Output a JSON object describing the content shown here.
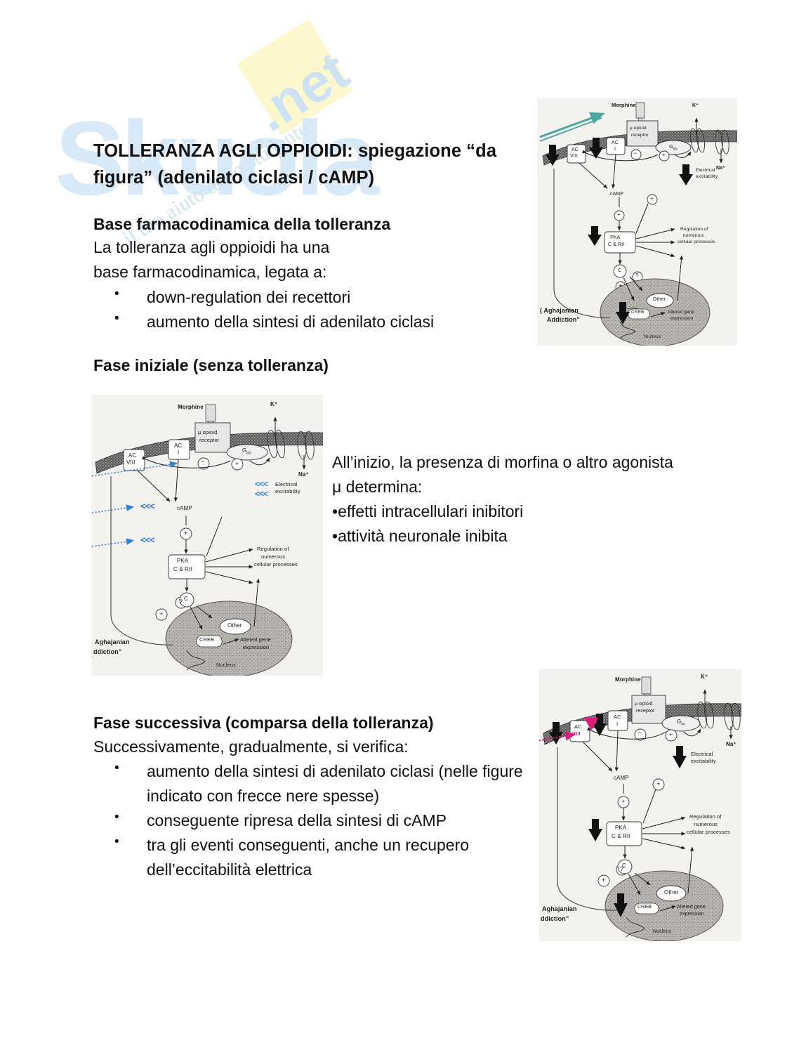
{
  "document": {
    "watermark": {
      "logo_text": "Skuola",
      "net_text": ".net",
      "tagline": "il tuo aiuto dello studente"
    },
    "title": "TOLLERANZA AGLI OPPIOIDI: spiegazione “da figura” (adenilato ciclasi / cAMP)",
    "section_pharmacodynamics": {
      "heading": "Base farmacodinamica della tolleranza",
      "intro": "La tolleranza agli oppioidi ha una base farmacodinamica, legata a:",
      "bullets": [
        "down-regulation dei recettori",
        "aumento della sintesi di adenilato ciclasi"
      ]
    },
    "section_initial_phase": {
      "heading": "Fase iniziale (senza tolleranza)",
      "paragraph_line1": "All’inizio, la presenza di morfina o altro agonista",
      "paragraph_line2": "μ determina:",
      "bullets": [
        "effetti intracellulari inibitori",
        "attività neuronale inibita"
      ]
    },
    "section_later_phase": {
      "heading": "Fase successiva (comparsa della tolleranza)",
      "intro": "Successivamente, gradualmente, si verifica:",
      "bullets": [
        "aumento della sintesi di adenilato ciclasi (nelle figure indicato con frecce nere spesse)",
        "conseguente ripresa della sintesi di cAMP",
        "tra gli eventi conseguenti, anche un recupero dell’eccitabilità elettrica"
      ]
    }
  },
  "colors": {
    "teal_arrow": "#4aa8a0",
    "blue_arrow": "#2f7fd1",
    "pink_arrow": "#e0197f",
    "figure_background": "#f4f2ef",
    "watermark_blue": "#cfe4f3",
    "watermark_yellow": "#fdf6c8",
    "text": "#111111"
  },
  "figures": {
    "figure_top_right": {
      "caption_line1": "( Aghajanian",
      "caption_line2": "Addiction”",
      "labels": {
        "morphine": "Morphine",
        "receptor_line1": "μ opioid",
        "receptor_line2": "receptor",
        "ac1_line1": "AC",
        "ac1_line2": "I",
        "ac8_line1": "AC",
        "ac8_line2": "VIII",
        "g_protein": "G",
        "g_protein_sub": "i/o",
        "k_channel": "K⁺",
        "na_channel": "Na⁺",
        "electrical_line1": "Electrical",
        "electrical_line2": "excitability",
        "camp": "cAMP",
        "pka_line1": "PKA",
        "pka_line2": "C & RII",
        "catalytic": "C",
        "creb": "CREB",
        "other": "Other",
        "altered_line1": "Altered gene",
        "altered_line2": "expression",
        "nucleus": "Nucleus",
        "regulation_line1": "Regulation of",
        "regulation_line2": "numerous",
        "regulation_line3": "cellular processes",
        "minus": "−",
        "plus": "+",
        "question": "?"
      },
      "annotation": "teal arrow pointing to Morphine"
    },
    "figure_middle_left": {
      "caption_line1": "Aghajanian",
      "caption_line2": "ddiction”",
      "labels": {
        "morphine": "Morphine",
        "receptor_line1": "μ opioid",
        "receptor_line2": "receptor",
        "ac1_line1": "AC",
        "ac1_line2": "I",
        "ac8_line1": "AC",
        "ac8_line2": "VIII",
        "g_protein": "G",
        "g_protein_sub": "i/o",
        "k_channel": "K⁺",
        "na_channel": "Na⁺",
        "electrical_line1": "Electrical",
        "electrical_line2": "excitability",
        "camp": "cAMP",
        "pka_line1": "PKA",
        "pka_line2": "C & RII",
        "catalytic": "C",
        "creb": "CREB",
        "other": "Other",
        "altered_line1": "Altered gene",
        "altered_line2": "expression",
        "nucleus": "Nucleus",
        "regulation_line1": "Regulation of",
        "regulation_line2": "numerous",
        "regulation_line3": "cellular processes",
        "minus": "−",
        "plus": "+",
        "question": "?",
        "chevrons": "<<<"
      },
      "annotation": "blue dotted arrows with '<<<' markers indicating decrease"
    },
    "figure_bottom_right": {
      "caption_line1": "Aghajanian",
      "caption_line2": "ddiction”",
      "labels": {
        "morphine": "Morphine",
        "receptor_line1": "μ opioid",
        "receptor_line2": "receptor",
        "ac1_line1": "AC",
        "ac1_line2": "I",
        "ac8_line1": "AC",
        "ac8_line2": "VIII",
        "g_protein": "G",
        "g_protein_sub": "i/o",
        "k_channel": "K⁺",
        "na_channel": "Na⁺",
        "electrical_line1": "Electrical",
        "electrical_line2": "excitability",
        "camp": "cAMP",
        "pka_line1": "PKA",
        "pka_line2": "C & RII",
        "catalytic": "C",
        "creb": "CREB",
        "other": "Other",
        "altered_line1": "Altered gene",
        "altered_line2": "expression",
        "nucleus": "Nucleus",
        "regulation_line1": "Regulation of",
        "regulation_line2": "numerous",
        "regulation_line3": "cellular processes",
        "minus": "−",
        "plus": "+",
        "question": "?"
      },
      "annotation": "pink dotted arrow and pink triangle highlighting AC VIII increase"
    }
  }
}
